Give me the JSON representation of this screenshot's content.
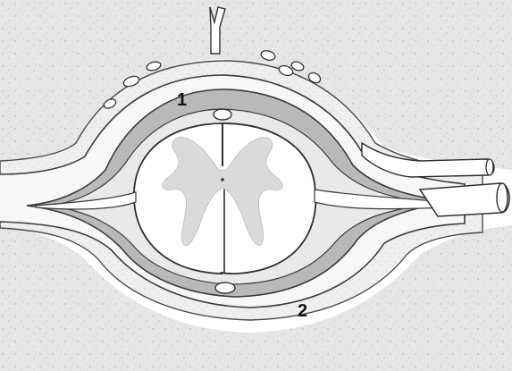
{
  "figure": {
    "callouts": [
      {
        "id": "1",
        "label": "1"
      },
      {
        "id": "2",
        "label": "2"
      }
    ]
  },
  "colors": {
    "background_tissue": "#e4e4e4",
    "epidural_fat": "#efefef",
    "dura_membrane": "#f7f7f7",
    "subarachnoid_space": "#b9b9b9",
    "spinal_cord": "#ffffff",
    "gray_matter": "#dadada",
    "outline": "#3a3a3a"
  }
}
